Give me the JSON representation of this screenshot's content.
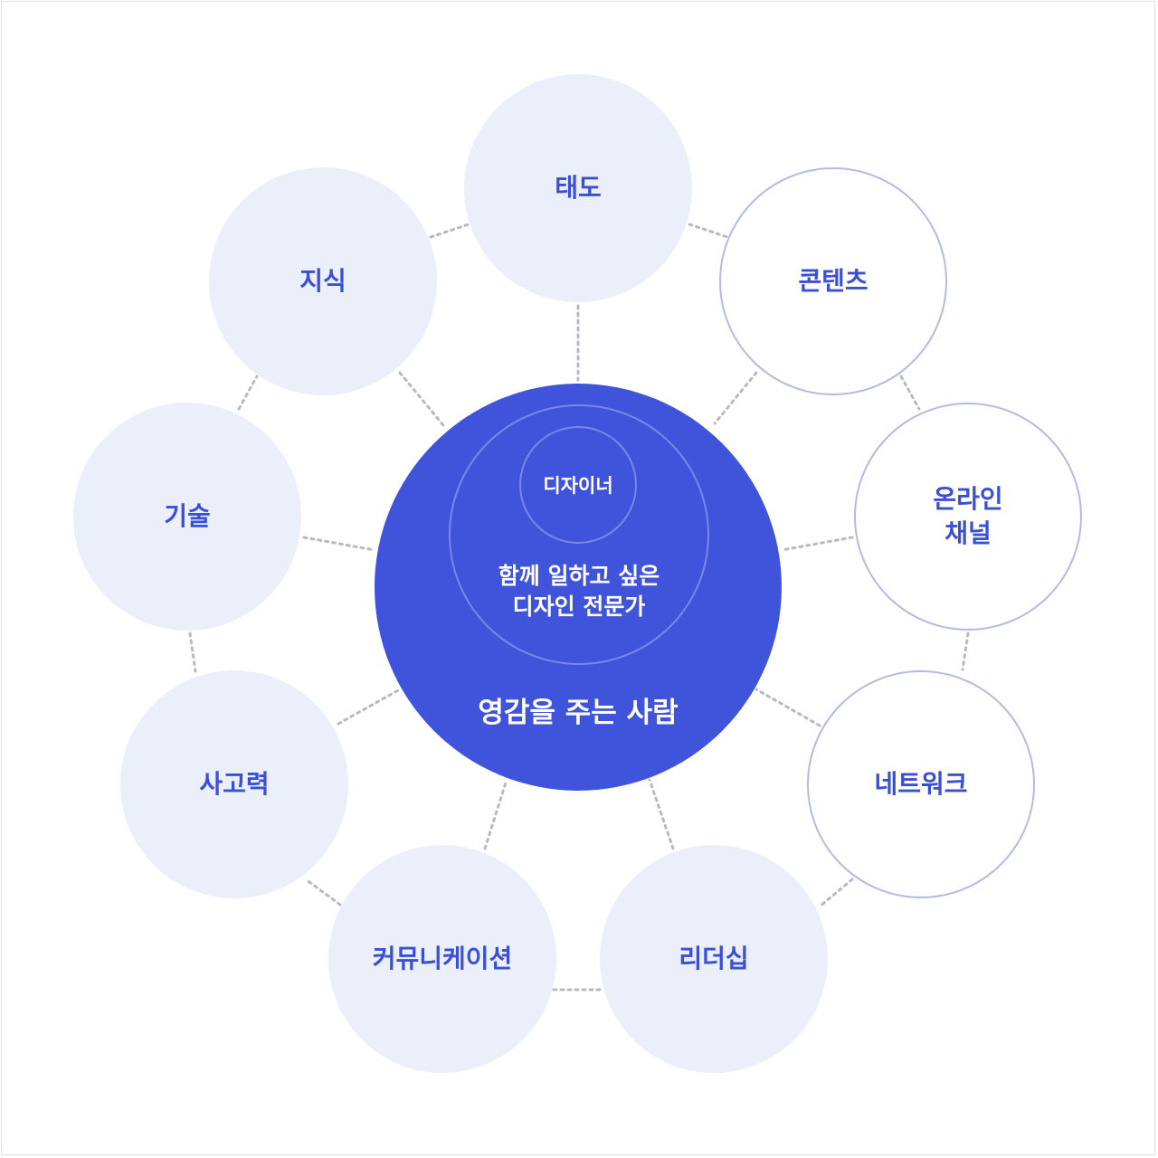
{
  "diagram": {
    "center": {
      "inner_label": "디자이너",
      "middle_label": "함께 일하고 싶은\n디자인 전문가",
      "outer_label": "영감을 주는 사람"
    },
    "nodes": [
      {
        "id": "attitude",
        "label": "태도",
        "style": "filled"
      },
      {
        "id": "contents",
        "label": "콘텐츠",
        "style": "outlined"
      },
      {
        "id": "online-channel",
        "label": "온라인\n채널",
        "style": "outlined"
      },
      {
        "id": "network",
        "label": "네트워크",
        "style": "outlined"
      },
      {
        "id": "leadership",
        "label": "리더십",
        "style": "filled"
      },
      {
        "id": "communication",
        "label": "커뮤니케이션",
        "style": "filled"
      },
      {
        "id": "thinking",
        "label": "사고력",
        "style": "filled"
      },
      {
        "id": "skill",
        "label": "기술",
        "style": "filled"
      },
      {
        "id": "knowledge",
        "label": "지식",
        "style": "filled"
      }
    ],
    "colors": {
      "center_fill": "#4054db",
      "node_fill": "#ebeffa",
      "node_outline": "#b4bbe2",
      "label_text": "#3a4fd6",
      "connector": "#b9b9c4"
    }
  }
}
